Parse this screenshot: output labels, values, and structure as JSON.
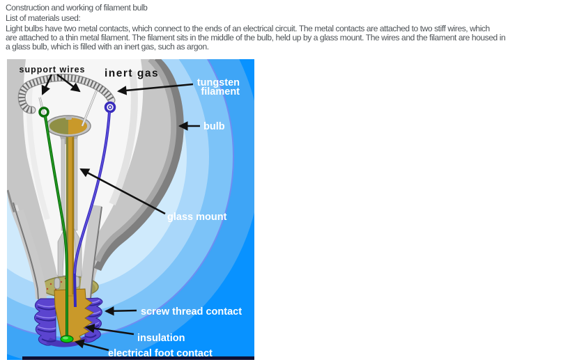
{
  "document": {
    "title": "Construction and working of filament bulb",
    "list_heading": "List of materials used:",
    "paragraph_lines": [
      "Light bulbs have two metal contacts, which connect to the ends of an electrical circuit. The metal contacts are attached to two stiff wires, which",
      "are attached to a thin metal filament. The filament sits in the middle of the bulb, held up by a glass mount. The wires and the filament are housed in",
      "a glass bulb, which is filled with an inert gas, such as argon."
    ]
  },
  "diagram": {
    "labels": {
      "support_wires": "support wires",
      "inert_gas": "inert gas",
      "tungsten_line1": "tungsten",
      "tungsten_line2": "filament",
      "bulb": "bulb",
      "glass_mount": "glass mount",
      "screw_thread_contact": "screw thread contact",
      "insulation": "insulation",
      "electrical_foot_contact": "electrical foot contact"
    },
    "colors": {
      "background_blue": "#0892ff",
      "halo_blue_light": "#cfeafc",
      "glass_gray": "#c6c6c6",
      "interior_white": "#f6f6f6",
      "filament_gray": "#dcdcdc",
      "lead_wire_green": "#0a6e0a",
      "lead_wire_blue": "#382bbd",
      "stem_gold": "#c9992a",
      "base_purple": "#5b44cf",
      "cement_khaki": "#b3ad60",
      "foot_contact_green": "#0ecb0e",
      "label_white": "#ffffff",
      "label_black": "#141414"
    }
  }
}
